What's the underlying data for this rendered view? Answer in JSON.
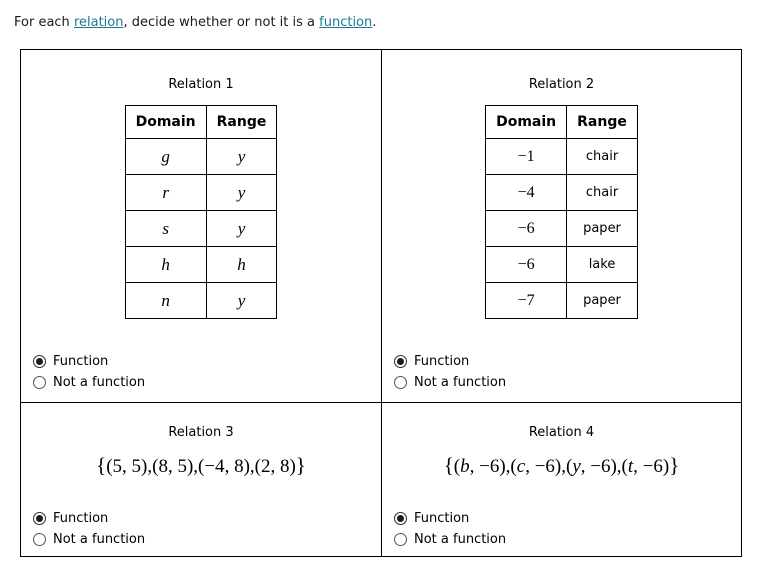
{
  "instruction": {
    "text_before": "For each ",
    "link_relation": "relation",
    "text_middle": ", decide whether or not it is a ",
    "link_function": "function",
    "text_after": "."
  },
  "colors": {
    "link": "#1a7a96",
    "border": "#000000",
    "background": "#ffffff",
    "radio_dot": "#1c1c1c"
  },
  "relations": [
    {
      "title": "Relation 1",
      "type": "table",
      "columns": [
        "Domain",
        "Range"
      ],
      "rows": [
        [
          "g",
          "y"
        ],
        [
          "r",
          "y"
        ],
        [
          "s",
          "y"
        ],
        [
          "h",
          "h"
        ],
        [
          "n",
          "y"
        ]
      ],
      "options": [
        {
          "label": "Function",
          "checked": true
        },
        {
          "label": "Not a function",
          "checked": false
        }
      ]
    },
    {
      "title": "Relation 2",
      "type": "table",
      "columns": [
        "Domain",
        "Range"
      ],
      "rows": [
        [
          "−1",
          "chair"
        ],
        [
          "−4",
          "chair"
        ],
        [
          "−6",
          "paper"
        ],
        [
          "−6",
          "lake"
        ],
        [
          "−7",
          "paper"
        ]
      ],
      "options": [
        {
          "label": "Function",
          "checked": true
        },
        {
          "label": "Not a function",
          "checked": false
        }
      ]
    },
    {
      "title": "Relation 3",
      "type": "set",
      "pairs": [
        [
          "5",
          "5"
        ],
        [
          "8",
          "5"
        ],
        [
          "−4",
          "8"
        ],
        [
          "2",
          "8"
        ]
      ],
      "options": [
        {
          "label": "Function",
          "checked": true
        },
        {
          "label": "Not a function",
          "checked": false
        }
      ]
    },
    {
      "title": "Relation 4",
      "type": "set",
      "pairs": [
        [
          "b",
          "−6"
        ],
        [
          "c",
          "−6"
        ],
        [
          "y",
          "−6"
        ],
        [
          "t",
          "−6"
        ]
      ],
      "options": [
        {
          "label": "Function",
          "checked": true
        },
        {
          "label": "Not a function",
          "checked": false
        }
      ]
    }
  ]
}
